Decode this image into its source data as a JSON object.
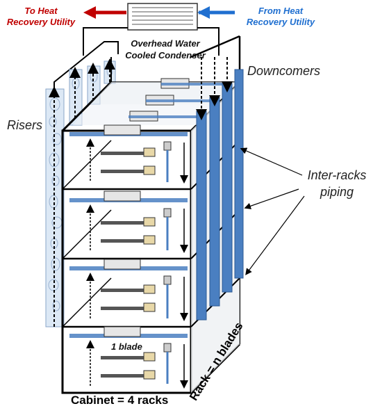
{
  "labels": {
    "to_heat": [
      "To Heat",
      "Recovery Utility"
    ],
    "from_heat": [
      "From Heat",
      "Recovery Utility"
    ],
    "condenser": [
      "Overhead Water",
      "Cooled Condenser"
    ],
    "downcomers": "Downcomers",
    "risers": "Risers",
    "inter_racks": [
      "Inter-racks",
      "piping"
    ],
    "blade": "1 blade",
    "cabinet": "Cabinet = 4 racks",
    "rack": "Rack = n blades"
  },
  "colors": {
    "hot_arrow": "#c00000",
    "cold_arrow": "#1f6fd0",
    "pipe_blue": "#4a7fc1",
    "riser_fill": "#dce8f5"
  }
}
